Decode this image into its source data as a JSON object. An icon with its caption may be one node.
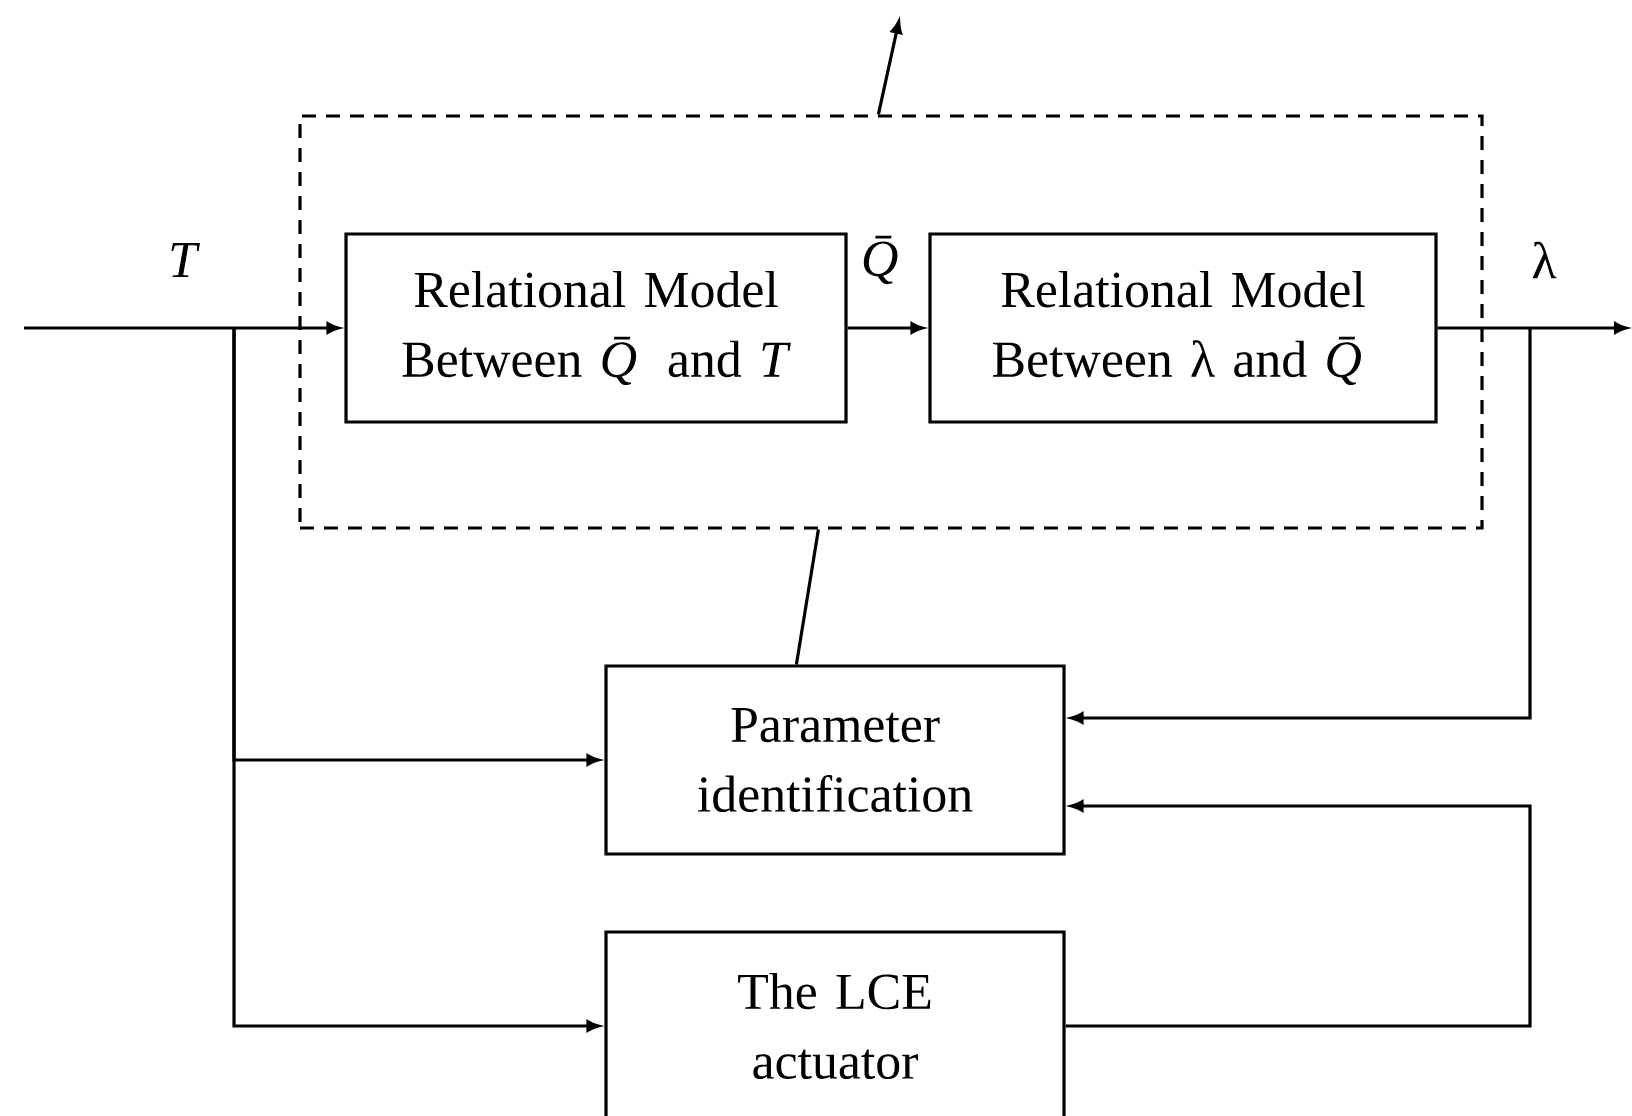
{
  "diagram": {
    "nodes": [
      {
        "text": [],
        "shape": "box"
      },
      {
        "text": [
          "Relational Model Between *Q̄* and *T*"
        ],
        "in": 0
      },
      {
        "text": [
          "Relational Model Between λ and *Q̄*"
        ],
        "in": 0
      },
      {
        "text": [
          "Parameter identification"
        ]
      },
      {
        "text": [
          "The LCE actuator"
        ]
      }
    ],
    "edges": [
      {
        "from": null,
        "to": 1,
        "arrow": "to",
        "label": "*T*"
      },
      {
        "from": 1,
        "to": 2,
        "arrow": "to",
        "label": "*Q̄*"
      },
      {
        "from": 2,
        "to": null,
        "arrow": "to",
        "label": "λ"
      },
      {
        "from": null,
        "to": 3,
        "arrow": "to"
      },
      {
        "from": null,
        "to": 4,
        "arrow": "to"
      },
      {
        "from": null,
        "to": 3,
        "arrow": "to"
      },
      {
        "from": 4,
        "to": 3,
        "arrow": "to"
      },
      {
        "from": 3,
        "to": 0,
        "arrow": "none"
      },
      {
        "from": 0,
        "to": null,
        "arrow": "to"
      }
    ]
  }
}
